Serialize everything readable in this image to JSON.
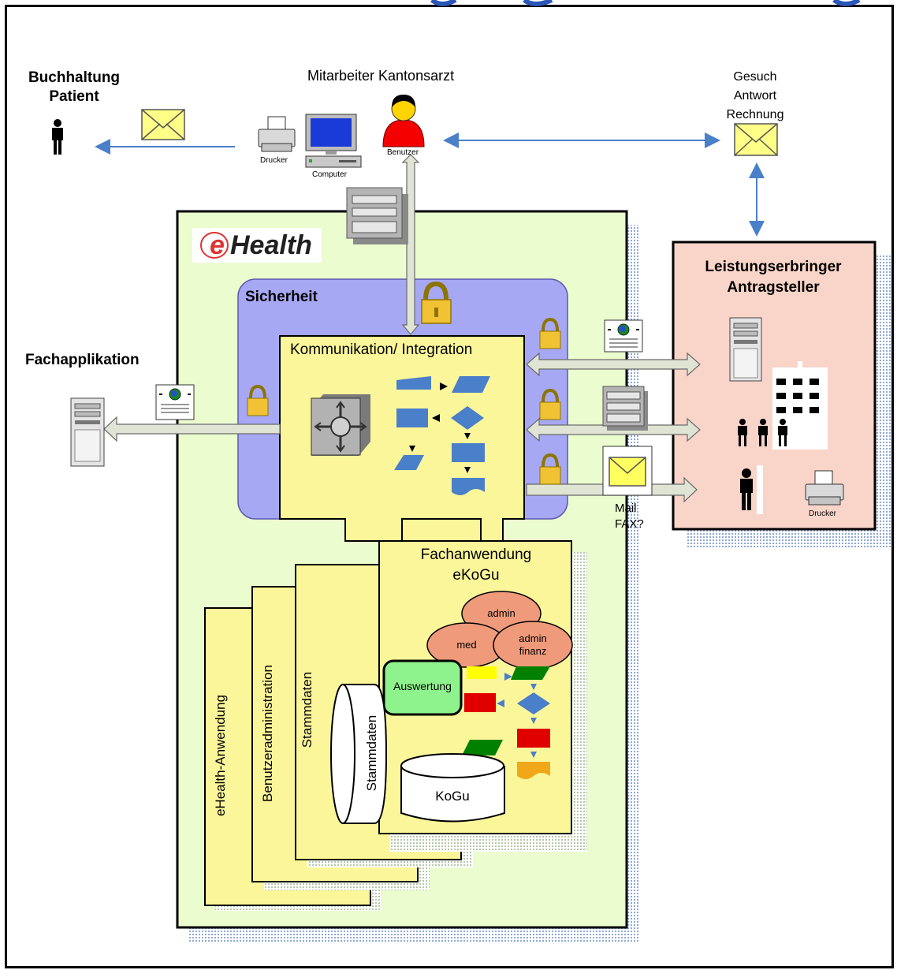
{
  "labels": {
    "buchhaltung": "Buchhaltung",
    "patient": "Patient",
    "mitarbeiter": "Mitarbeiter Kantonsarzt",
    "gesuch": "Gesuch",
    "antwort": "Antwort",
    "rechnung": "Rechnung",
    "drucker_top": "Drucker",
    "computer": "Computer",
    "benutzer": "Benutzer",
    "ehealth_logo_e": "e",
    "ehealth_logo": "Health",
    "leistungserbringer": "Leistungserbringer",
    "antragsteller": "Antragsteller",
    "sicherheit": "Sicherheit",
    "kommunikation": "Kommunikation/ Integration",
    "fachapplikation": "Fachapplikation",
    "mail": "Mail",
    "fax": "FAX?",
    "drucker_right": "Drucker",
    "fachanwendung": "Fachanwendung",
    "ekogu": "eKoGu",
    "admin": "admin",
    "med": "med",
    "admin2": "admin",
    "finanz": "finanz",
    "auswertung": "Auswertung",
    "kogu": "KoGu",
    "stammdaten_db": "Stammdaten",
    "stammdaten_page": "Stammdaten",
    "benutzeradmin": "Benutzeradministration",
    "ehealth_anwendung": "eHealth-Anwendung"
  },
  "colors": {
    "green_panel": "#ebfccf",
    "purple_panel": "#a7a8f4",
    "yellow": "#fbf69a",
    "pink_panel": "#f9d4c8",
    "ellipse": "#ef9a7a",
    "flow_blue": "#4a7fc9",
    "auswertung": "#8ef38c"
  }
}
